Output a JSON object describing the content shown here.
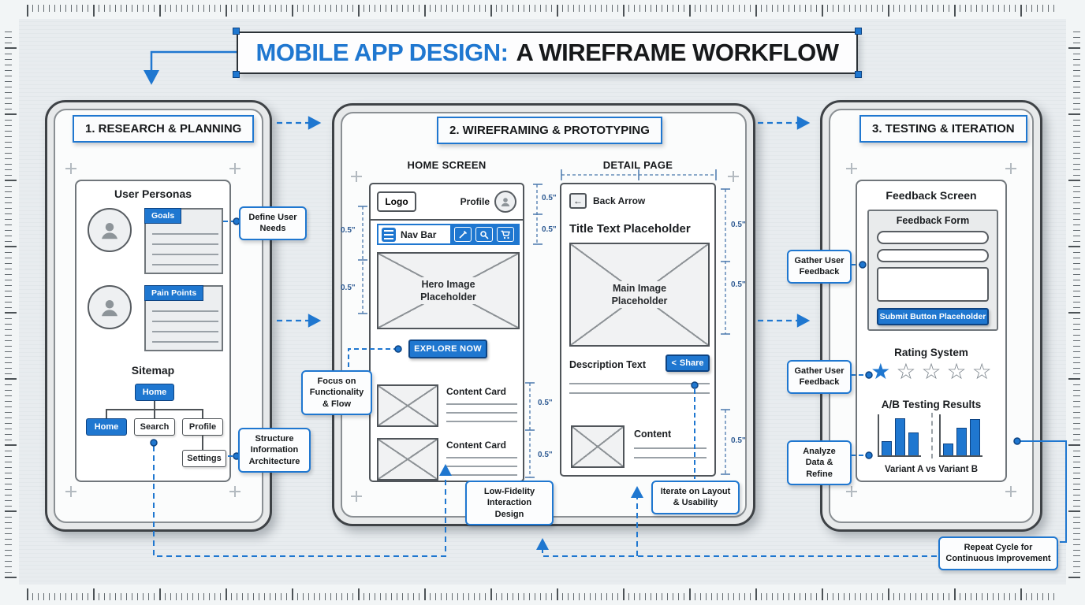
{
  "title": {
    "accent": "MOBILE APP DESIGN:",
    "rest": "A WIREFRAME WORKFLOW"
  },
  "colors": {
    "accent": "#1f77d0"
  },
  "measure": {
    "label": "0.5\""
  },
  "icons": {
    "menu": "hamburger-menu",
    "nav_a": "pen",
    "nav_b": "search",
    "nav_c": "cart",
    "avatar": "person",
    "back_glyph": "←",
    "share_glyph": "<",
    "star_filled": "★",
    "star_empty": "☆"
  },
  "phase1": {
    "label": "1. RESEARCH & PLANNING",
    "personas_title": "User Personas",
    "persona1_tag": "Goals",
    "persona2_tag": "Pain Points",
    "callout_define": "Define User Needs",
    "sitemap_title": "Sitemap",
    "root": "Home",
    "child1": "Home",
    "child2": "Search",
    "child3": "Profile",
    "child4": "Settings",
    "callout_structure": "Structure Information Architecture"
  },
  "phase2": {
    "label": "2. WIREFRAMING & PROTOTYPING",
    "home": {
      "title": "HOME SCREEN",
      "logo": "Logo",
      "profile": "Profile",
      "navbar": "Nav Bar",
      "hero": "Hero Image Placeholder",
      "cta": "EXPLORE NOW",
      "card1": "Content Card",
      "card2": "Content Card"
    },
    "detail": {
      "title": "DETAIL PAGE",
      "back": "Back Arrow",
      "page_title": "Title Text Placeholder",
      "image": "Main Image Placeholder",
      "description": "Description Text",
      "share": "Share",
      "content": "Content"
    },
    "callout_focus": "Focus on Functionality & Flow",
    "callout_lowfi": "Low-Fidelity Interaction Design",
    "callout_iterate": "Iterate on Layout & Usability"
  },
  "phase3": {
    "label": "3. TESTING & ITERATION",
    "screen_title": "Feedback Screen",
    "form_title": "Feedback Form",
    "submit": "Submit Button Placeholder",
    "rating_title": "Rating System",
    "rating": {
      "stars": [
        1,
        0,
        0,
        0,
        0
      ]
    },
    "ab_title": "A/B Testing Results",
    "ab_caption": "Variant A vs Variant B",
    "variant_a": [
      35,
      90,
      55
    ],
    "variant_b": [
      28,
      68,
      88
    ],
    "callout_gather1": "Gather User Feedback",
    "callout_gather2": "Gather User Feedback",
    "callout_analyze": "Analyze Data & Refine",
    "callout_repeat": "Repeat Cycle for Continuous Improvement"
  }
}
